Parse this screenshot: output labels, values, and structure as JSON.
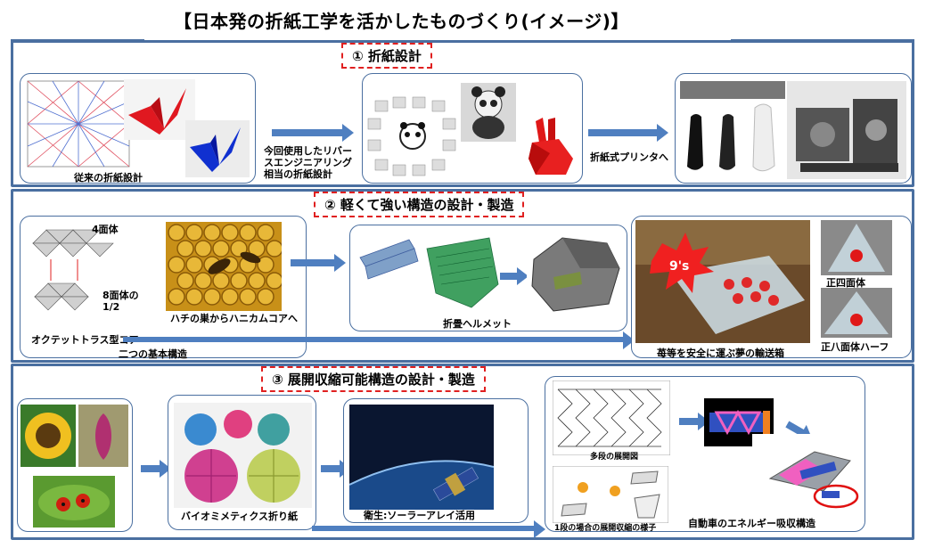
{
  "title": "【日本発の折紙工学を活かしたものづくり(イメージ)】",
  "sections": {
    "s1": {
      "heading": "①  折紙設計",
      "cap_conventional": "従来の折紙設計",
      "note_reverse": [
        "今回使用したリバー",
        "スエンジニアリング",
        "相当の折紙設計"
      ],
      "note_printer": "折紙式プリンタへ"
    },
    "s2": {
      "heading": "②  軽くて強い構造の設計・製造",
      "label_tetra": "4面体",
      "label_octa": [
        "8面体の",
        "1/2"
      ],
      "cap_octet": "オクテットトラス型コア",
      "cap_two_structures": "二つの基本構造",
      "cap_honeycomb": "ハチの巣からハニカムコアへ",
      "cap_helmet": "折畳ヘルメット",
      "cap_box": "苺等を安全に運ぶ夢の輸送箱",
      "cap_tetrahedron": "正四面体",
      "cap_octahedron": "正八面体ハーフ",
      "badge_text": "9's"
    },
    "s3": {
      "heading": "③  展開収縮可能構造の設計・製造",
      "cap_biomimetics": "バイオミメティクス折り紙",
      "cap_satellite": "衛生:ソーラーアレイ活用",
      "cap_multistage": "多段の展開図",
      "cap_onestage": "1段の場合の展開収縮の様子",
      "cap_automobile": "自動車のエネルギー吸収構造"
    }
  },
  "colors": {
    "frame": "#4a6fa0",
    "arrow": "#4f7fc0",
    "dashed": "#e02020"
  }
}
